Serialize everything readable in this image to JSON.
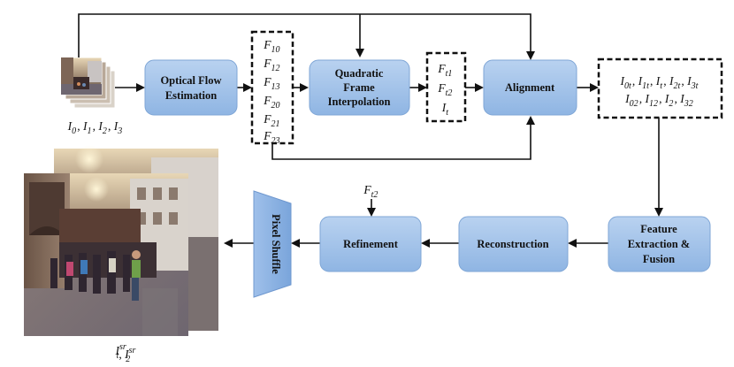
{
  "blocks": {
    "optical_flow": [
      "Optical Flow",
      "Estimation"
    ],
    "qfi": [
      "Quadratic",
      "Frame",
      "Interpolation"
    ],
    "alignment": [
      "Alignment"
    ],
    "feature": [
      "Feature",
      "Extraction &",
      "Fusion"
    ],
    "reconstruction": [
      "Reconstruction"
    ],
    "refinement": [
      "Refinement"
    ],
    "pixel_shuffle": "Pixel Shuffle"
  },
  "labels": {
    "inputs": [
      [
        "I",
        "0"
      ],
      ", ",
      [
        "I",
        "1"
      ],
      ", ",
      [
        "I",
        "2"
      ],
      ", ",
      [
        "I",
        "3"
      ]
    ],
    "output": [
      [
        "I",
        "t",
        "sr"
      ],
      ", ",
      [
        "I",
        "2",
        "sr"
      ]
    ],
    "flows": [
      [
        "F",
        "10"
      ],
      [
        "F",
        "12"
      ],
      [
        "F",
        "13"
      ],
      [
        "F",
        "20"
      ],
      [
        "F",
        "21"
      ],
      [
        "F",
        "23"
      ]
    ],
    "interp": [
      [
        "F",
        "t1"
      ],
      [
        "F",
        "t2"
      ],
      [
        "I",
        "t"
      ]
    ],
    "aligned_row1": [
      [
        "I",
        "0t"
      ],
      ", ",
      [
        "I",
        "1t"
      ],
      ", ",
      [
        "I",
        "t"
      ],
      ", ",
      [
        "I",
        "2t"
      ],
      ", ",
      [
        "I",
        "3t"
      ]
    ],
    "aligned_row2": [
      [
        "I",
        "02"
      ],
      ", ",
      [
        "I",
        "12"
      ],
      ", ",
      [
        "I",
        "2"
      ],
      ", ",
      [
        "I",
        "32"
      ]
    ],
    "refine_input": [
      [
        "F",
        "t2"
      ]
    ]
  }
}
